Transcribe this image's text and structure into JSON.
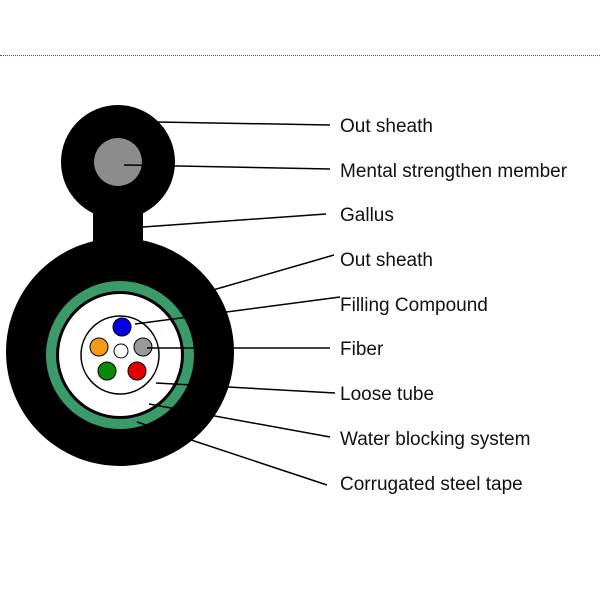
{
  "labels": {
    "out_sheath_top": "Out sheath",
    "strength_member": "Mental strengthen member",
    "gallus": "Gallus",
    "out_sheath_main": "Out sheath",
    "filling_compound": "Filling Compound",
    "fiber": "Fiber",
    "loose_tube": "Loose tube",
    "water_blocking": "Water blocking system",
    "steel_tape": "Corrugated steel tape"
  },
  "colors": {
    "sheath": "#000000",
    "strength_member": "#8c8c8c",
    "water_blocking_ring": "#3a9a6a",
    "tube": "#ffffff",
    "fiber_blue": "#0000e0",
    "fiber_gray": "#9a9a9a",
    "fiber_orange": "#f59a17",
    "fiber_green": "#0a8a0a",
    "fiber_red": "#e00000",
    "fiber_center": "#ffffff",
    "rule": "#3d55c8"
  },
  "icons": {
    "cable": "fig8-fiber-optic-cable-cross-section"
  }
}
